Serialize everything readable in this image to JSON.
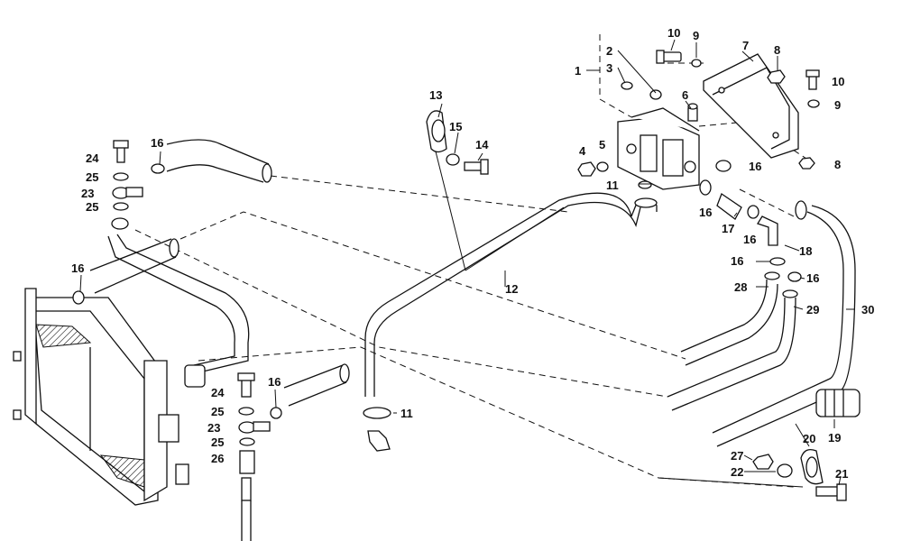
{
  "diagram": {
    "callouts": {
      "c1": "1",
      "c2": "2",
      "c3": "3",
      "c4": "4",
      "c5": "5",
      "c6": "6",
      "c7": "7",
      "c8a": "8",
      "c8b": "8",
      "c9a": "9",
      "c9b": "9",
      "c10a": "10",
      "c10b": "10",
      "c11a": "11",
      "c11b": "11",
      "c12": "12",
      "c13": "13",
      "c14": "14",
      "c15": "15",
      "c16a": "16",
      "c16b": "16",
      "c16c": "16",
      "c16d": "16",
      "c16e": "16",
      "c16f": "16",
      "c16g": "16",
      "c16h": "16",
      "c17": "17",
      "c18": "18",
      "c19": "19",
      "c20": "20",
      "c21": "21",
      "c22": "22",
      "c23a": "23",
      "c23b": "23",
      "c24a": "24",
      "c24b": "24",
      "c25a": "25",
      "c25b": "25",
      "c25c": "25",
      "c25d": "25",
      "c26": "26",
      "c27": "27",
      "c28": "28",
      "c29": "29",
      "c30": "30"
    }
  }
}
